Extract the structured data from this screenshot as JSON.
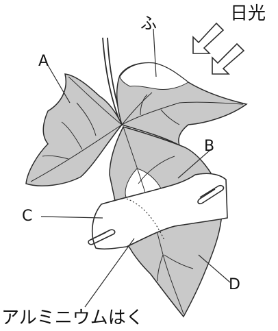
{
  "diagram": {
    "labels": {
      "a": "A",
      "b": "B",
      "c": "C",
      "d": "D",
      "variegation": "ふ",
      "sunlight": "日光",
      "foil": "アルミニウムはく"
    },
    "colors": {
      "leaf_fill": "#c9c9c9",
      "leaf_edge": "#2b2b2b",
      "white_region": "#ffffff",
      "foil_fill": "#ffffff",
      "ink": "#111111",
      "background": "#ffffff"
    },
    "icons": [
      "sunlight-arrow-icon",
      "paper-clip-icon"
    ]
  }
}
